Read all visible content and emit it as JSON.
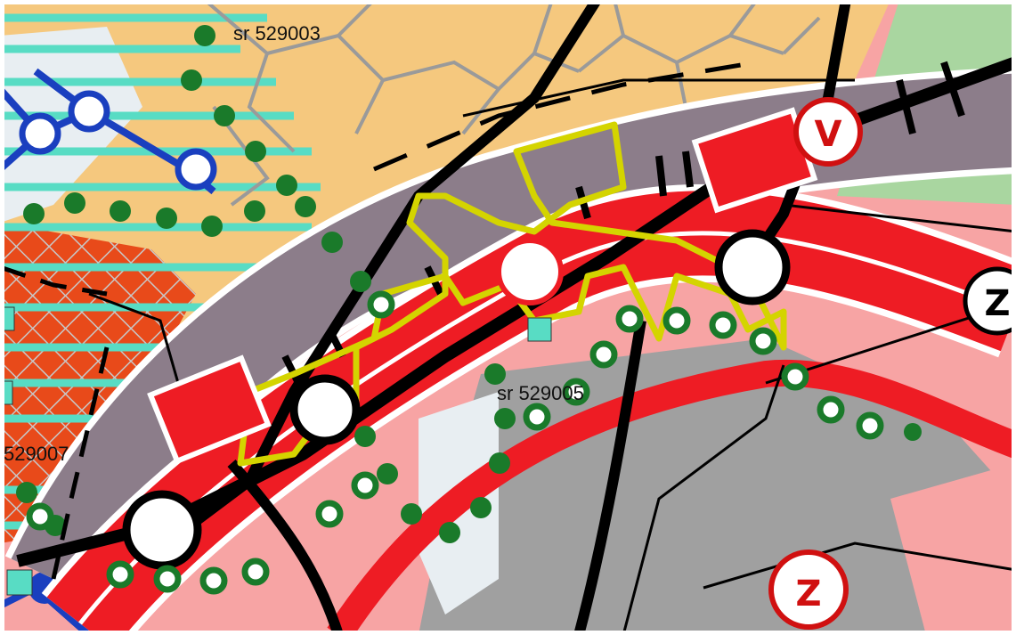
{
  "map": {
    "labels": {
      "sr_north": "sr 529003",
      "sr_middle": "sr 529005",
      "sr_west": "529007"
    },
    "markers": {
      "v": "V",
      "z_east": "Z",
      "z_south": "Z"
    }
  },
  "colors": {
    "residential": "#f5c87e",
    "industrial_gray": "#a0a0a0",
    "pink_zone": "#f7a4a4",
    "green_zone": "#a9d6a0",
    "road_red": "#ee1c24",
    "railway_gray": "#8c7d8a",
    "water_light": "#e8eef2",
    "hatched_orange": "#e84a1a",
    "cyan_stripes": "#58dcc4",
    "dot_green": "#1a7a2a",
    "route_yellow": "#d4d400",
    "blue_line": "#1a3fbf"
  },
  "icons": [
    "station-circle",
    "red-station-box",
    "z-circle-marker",
    "v-circle-marker",
    "cyan-square-marker"
  ]
}
